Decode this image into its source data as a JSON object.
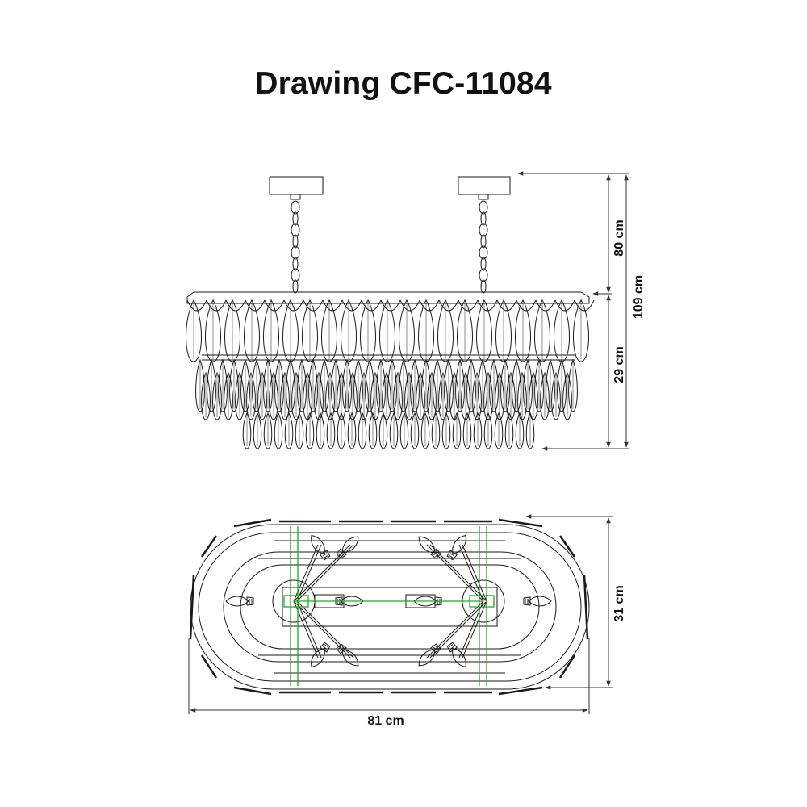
{
  "title": "Drawing CFC-11084",
  "dimensions": {
    "chain_length": "80 cm",
    "total_height": "109 cm",
    "body_height": "29 cm",
    "depth": "31 cm",
    "width": "81 cm"
  },
  "colors": {
    "line": "#1a1a1a",
    "construction": "#22aa22"
  }
}
